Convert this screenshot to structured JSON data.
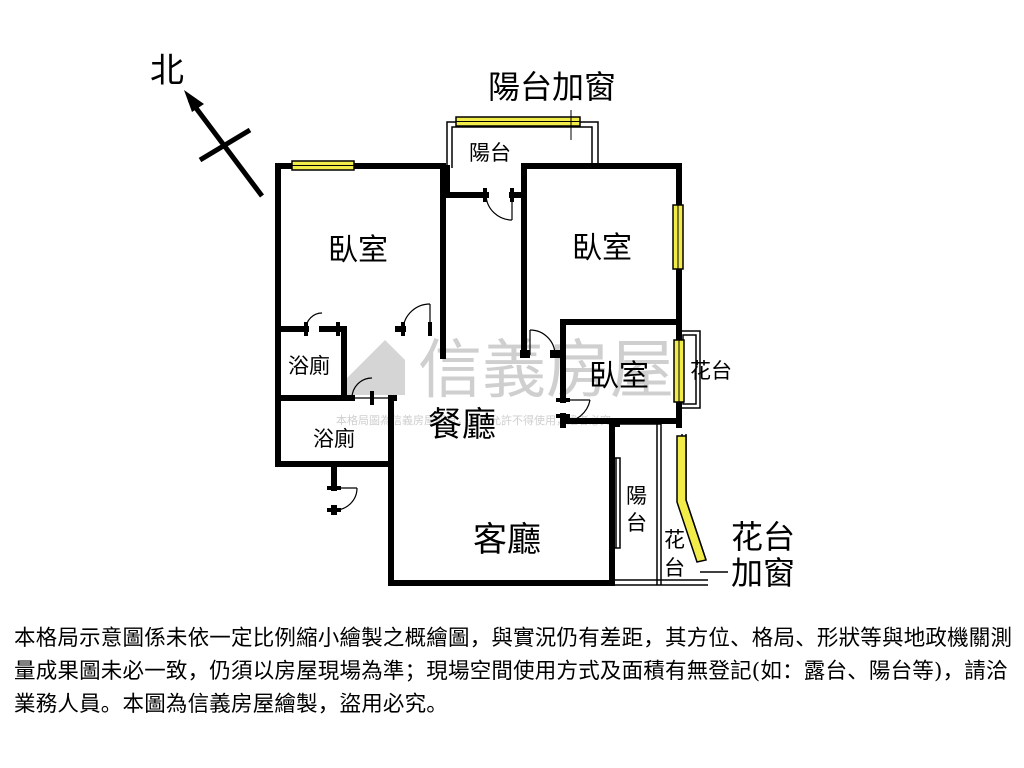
{
  "compass": {
    "north_label": "北"
  },
  "rooms": {
    "balcony_window_label": "陽台加窗",
    "balcony_top": "陽台",
    "bedroom_left": "臥室",
    "bedroom_right": "臥室",
    "bedroom_small": "臥室",
    "bath_1": "浴廁",
    "bath_2": "浴廁",
    "dining": "餐廳",
    "living": "客廳",
    "balcony_right": "陽台",
    "flower_bed_top": "花台",
    "flower_bed_bottom_1": "花",
    "flower_bed_bottom_2": "台",
    "flower_window_label_1": "花台",
    "flower_window_label_2": "加窗"
  },
  "watermark": {
    "brand": "信義房屋",
    "notice": "本格局圖為信義房屋所有，未經允許不得使用，違者必究"
  },
  "colors": {
    "wall": "#000000",
    "window": "#f2ec4a",
    "watermark": "#cfcfcf"
  },
  "disclaimer": "本格局示意圖係未依一定比例縮小繪製之概繪圖，與實況仍有差距，其方位、格局、形狀等與地政機關測量成果圖未必一致，仍須以房屋現場為準；現場空間使用方式及面積有無登記(如：露台、陽台等)，請洽業務人員。本圖為信義房屋繪製，盜用必究。"
}
